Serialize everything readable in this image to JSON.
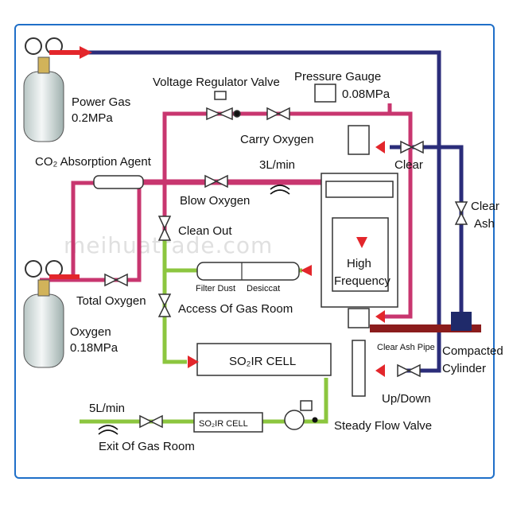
{
  "labels": {
    "power_gas": "Power Gas",
    "power_gas_pressure": "0.2MPa",
    "co2_agent": "CO₂ Absorption Agent",
    "oxygen": "Oxygen",
    "oxygen_pressure": "0.18MPa",
    "total_oxygen": "Total Oxygen",
    "voltage_regulator": "Voltage Regulator Valve",
    "pressure_gauge": "Pressure Gauge",
    "pressure_value": "0.08MPa",
    "carry_oxygen": "Carry Oxygen",
    "flow_3l": "3L/min",
    "blow_oxygen": "Blow Oxygen",
    "clean_out": "Clean Out",
    "filter_dust": "Filter Dust",
    "desiccat": "Desiccat",
    "access_gas_room": "Access Of Gas Room",
    "so2_cell_main": "SO₂IR CELL",
    "so2_cell_small": "SO₂IR CELL",
    "flow_5l": "5L/min",
    "exit_gas_room": "Exit Of Gas Room",
    "steady_flow": "Steady Flow Valve",
    "high": "High",
    "frequency": "Frequency",
    "clear": "Clear",
    "clear_ash_1": "Clear",
    "clear_ash_2": "Ash",
    "clear_ash_pipe": "Clear Ash Pipe",
    "compacted": "Compacted",
    "cylinder": "Cylinder",
    "up_down": "Up/Down",
    "watermark": "meihuatrade.com"
  },
  "colors": {
    "navy_line": "#2b2d7a",
    "pink_line": "#c8366f",
    "green_line": "#8cc63f",
    "arrow_red": "#e3262b",
    "ash_pipe": "#8b1c1c",
    "frame_blue": "#1f6fc8"
  }
}
